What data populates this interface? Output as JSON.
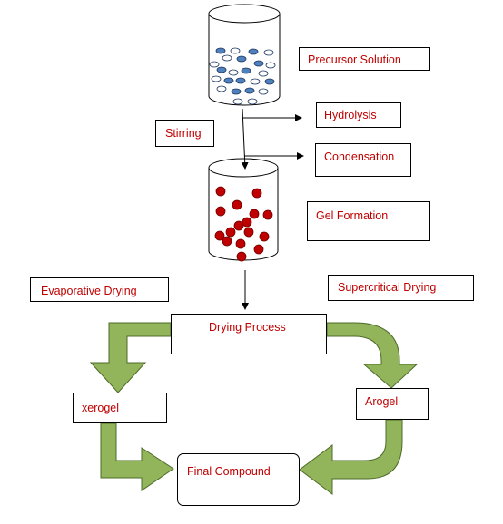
{
  "diagram": {
    "precursor_solution": "Precursor Solution",
    "hydrolysis": "Hydrolysis",
    "stirring": "Stirring",
    "condensation": "Condensation",
    "gel_formation": "Gel Formation",
    "evaporative_drying": "Evaporative Drying",
    "supercritical_drying": "Supercritical Drying",
    "drying_process": "Drying Process",
    "xerogel": "xerogel",
    "arogel": "Arogel",
    "final_compound": "Final Compound"
  },
  "colors": {
    "label_text": "#c00000",
    "green_arrow": "#92b45a",
    "green_arrow_outline": "#4e6b28",
    "blue_particle": "#4f81bd",
    "red_particle": "#c00000"
  }
}
